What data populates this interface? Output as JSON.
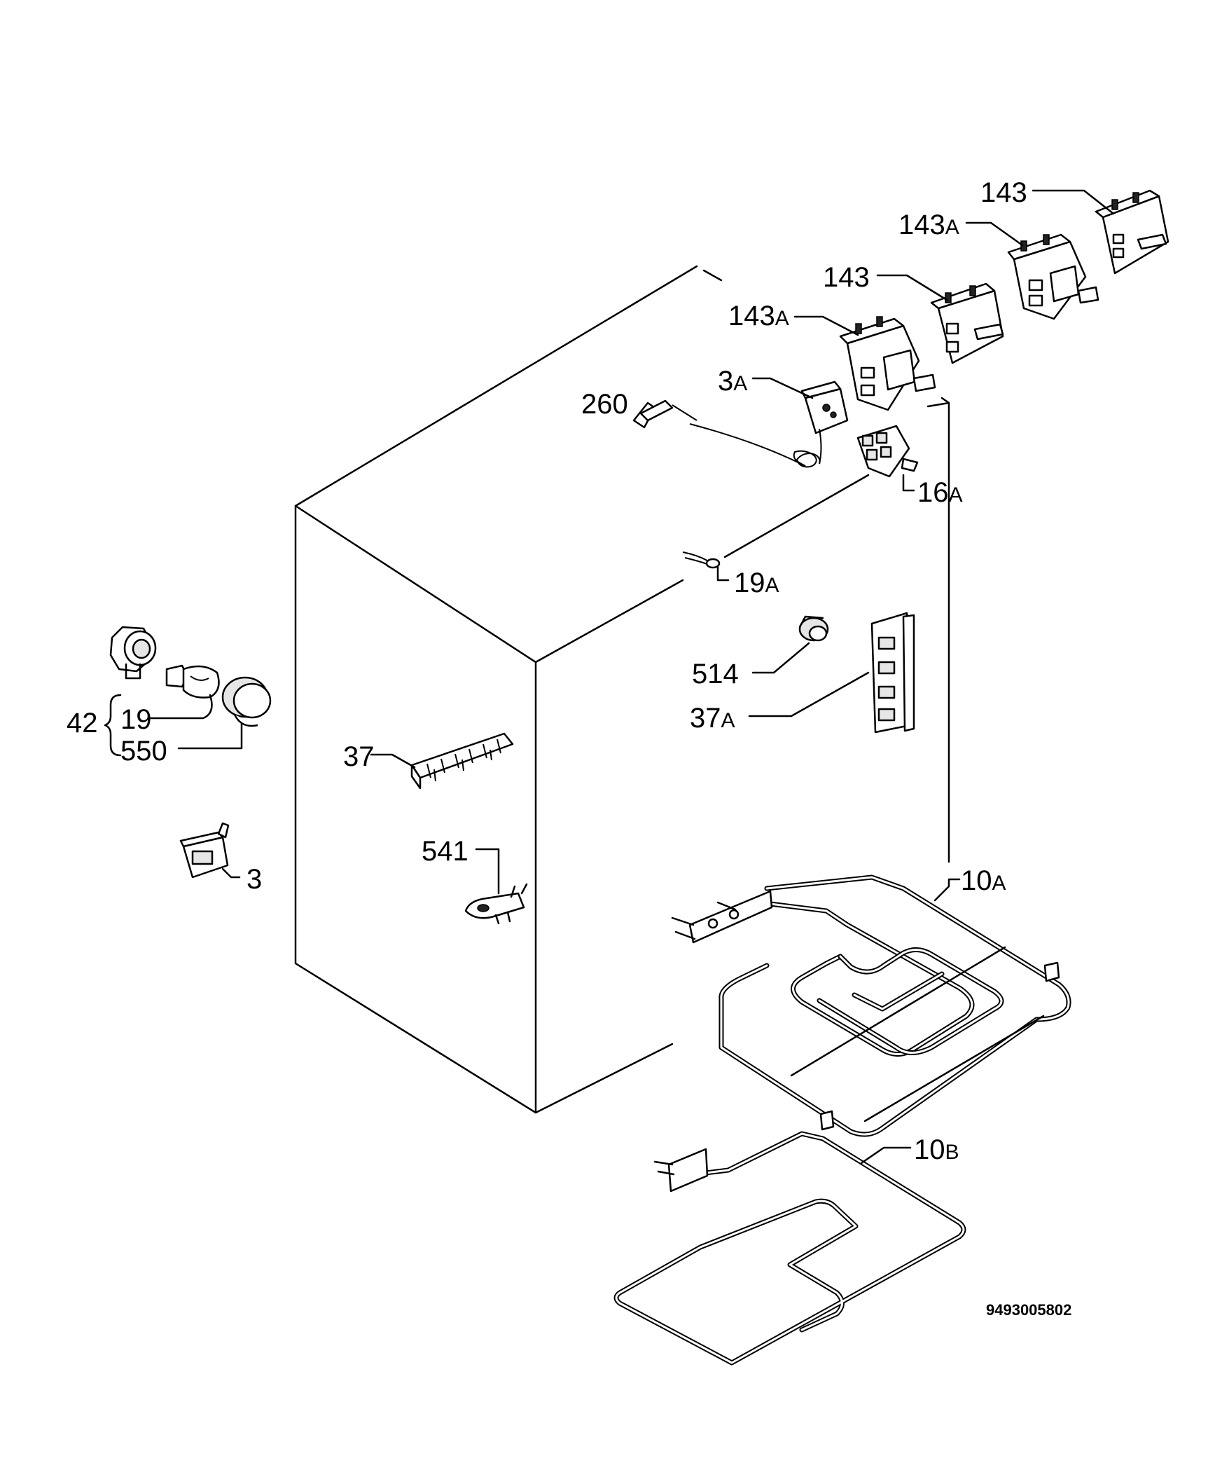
{
  "drawing_code": "9493005802",
  "labels": {
    "p143_top": {
      "num": "143",
      "suf": ""
    },
    "p143a_top": {
      "num": "143",
      "suf": "A"
    },
    "p143_mid": {
      "num": "143",
      "suf": ""
    },
    "p143a_mid": {
      "num": "143",
      "suf": "A"
    },
    "p3a": {
      "num": "3",
      "suf": "A"
    },
    "p260": {
      "num": "260",
      "suf": ""
    },
    "p16a": {
      "num": "16",
      "suf": "A"
    },
    "p19a": {
      "num": "19",
      "suf": "A"
    },
    "p514": {
      "num": "514",
      "suf": ""
    },
    "p37a": {
      "num": "37",
      "suf": "A"
    },
    "p42": {
      "num": "42",
      "suf": ""
    },
    "p19": {
      "num": "19",
      "suf": ""
    },
    "p550": {
      "num": "550",
      "suf": ""
    },
    "p37": {
      "num": "37",
      "suf": ""
    },
    "p3": {
      "num": "3",
      "suf": ""
    },
    "p541": {
      "num": "541",
      "suf": ""
    },
    "p10a": {
      "num": "10",
      "suf": "A"
    },
    "p10b": {
      "num": "10",
      "suf": "B"
    }
  }
}
